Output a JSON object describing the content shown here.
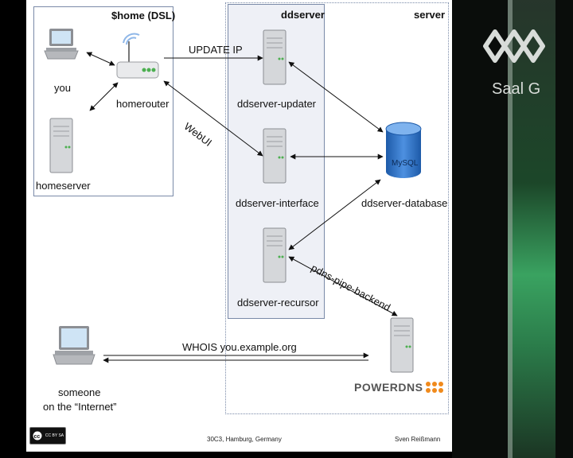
{
  "groups": {
    "home": "$home (DSL)",
    "ddserver": "ddserver",
    "server": "server"
  },
  "nodes": {
    "you": "you",
    "homerouter": "homerouter",
    "homeserver": "homeserver",
    "ddserver_updater": "ddserver-updater",
    "ddserver_interface": "ddserver-interface",
    "ddserver_recursor": "ddserver-recursor",
    "ddserver_database": "ddserver-database",
    "someone_line1": "someone",
    "someone_line2": "on the “Internet”",
    "powerdns_logo": "POWERDNS"
  },
  "edges": {
    "update_ip": "UPDATE IP",
    "webui": "WebUI",
    "pdns_pipe": "pdns-pipe-backend",
    "whois": "WHOIS you.example.org"
  },
  "footer": {
    "license": "CC BY SA",
    "event": "30C3, Hamburg, Germany",
    "author": "Sven Reißmann"
  },
  "overlay": {
    "room": "Saal G"
  },
  "colors": {
    "box_border": "#7a8aa8",
    "box_fill": "#eef0f6",
    "mysql_blue": "#2a6fc4",
    "powerdns_orange": "#f08a1c"
  }
}
